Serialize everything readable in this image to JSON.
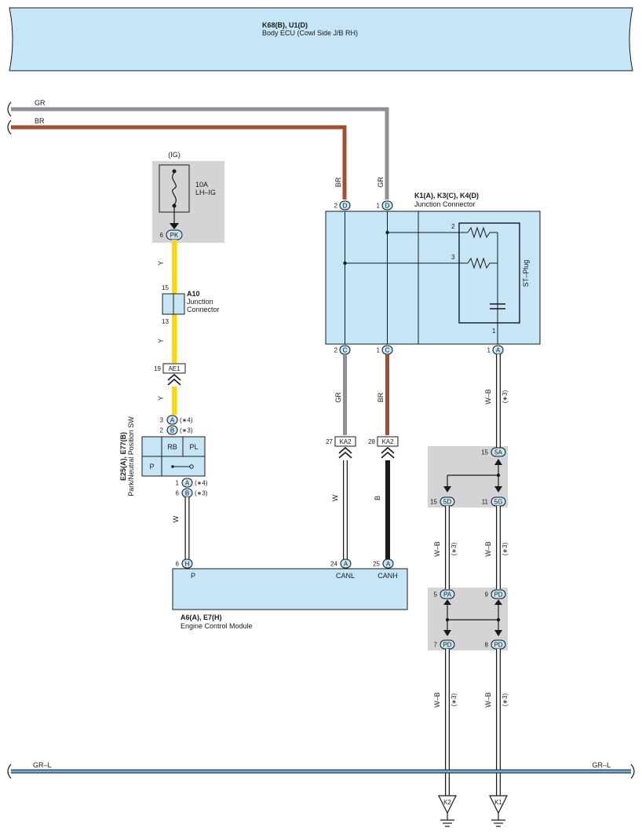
{
  "colors": {
    "module_fill": "#c6e5f6",
    "module_stroke": "#1a1a1a",
    "grey_box": "#d4d4d6",
    "wire_gr": "#8e9095",
    "wire_br": "#a34e2e",
    "wire_y": "#ffd600",
    "wire_b": "#1a1a1a",
    "wire_w": "#ffffff",
    "wire_grl": "#6aaed6"
  },
  "body_ecu": {
    "code": "K68(B), U1(D)",
    "name": "Body ECU (Cowl Side J/B RH)"
  },
  "wires": {
    "gr": "GR",
    "br": "BR",
    "y": "Y",
    "w": "W",
    "b": "B",
    "wb": "W–B",
    "grl": "GR–L"
  },
  "fuse": {
    "supply": "(IG)",
    "rating": "10A",
    "name": "LH–IG",
    "pin": "6",
    "terminal": "PK"
  },
  "a10": {
    "code": "A10",
    "name_1": "Junction",
    "name_2": "Connector",
    "pin_top": "15",
    "pin_bottom": "13"
  },
  "ae1": {
    "pin": "19",
    "terminal": "AE1"
  },
  "pnp_switch": {
    "code": "E25(A), E77(B)",
    "name": "Park/Neutral Position SW",
    "pin_a_top": "3",
    "pin_b_top": "2",
    "term_a": "A",
    "term_b": "B",
    "note_4": "(∗4)",
    "note_3": "(∗3)",
    "pin_a_bottom": "1",
    "pin_b_bottom": "6",
    "cell_rb": "RB",
    "cell_pl": "PL",
    "cell_p": "P"
  },
  "jc": {
    "code": "K1(A), K3(C), K4(D)",
    "name": "Junction Connector",
    "pin_d2": "2",
    "pin_d1": "1",
    "term_d": "D",
    "pin_c2": "2",
    "pin_c1": "1",
    "term_c": "C",
    "pin_a1": "1",
    "term_a": "A",
    "r_pin_1": "2",
    "r_pin_2": "3",
    "cap_pin": "1",
    "st_plug": "ST–Plug"
  },
  "ka2": {
    "terminal": "KA2",
    "pin_gr": "27",
    "pin_br": "28"
  },
  "ecm": {
    "code": "A6(A), E7(H)",
    "name": "Engine Control Module",
    "pin_p": "6",
    "term_h": "H",
    "label_p": "P",
    "pin_canl": "24",
    "pin_canh": "25",
    "term_a": "A",
    "label_canl": "CANL",
    "label_canh": "CANH"
  },
  "connectors": {
    "c5a_pin": "15",
    "c5a": "5A",
    "c5d_pin": "15",
    "c5d": "5D",
    "c5g_pin": "11",
    "c5g": "5G",
    "pa_pin": "5",
    "pa": "PA",
    "pd9_pin": "9",
    "pd9": "PD",
    "pd7_pin": "7",
    "pd7": "PD",
    "pd8_pin": "8",
    "pd8": "PD"
  },
  "grounds": {
    "k2": "K2",
    "k1": "K1"
  },
  "notes": {
    "n3": "(∗3)"
  }
}
